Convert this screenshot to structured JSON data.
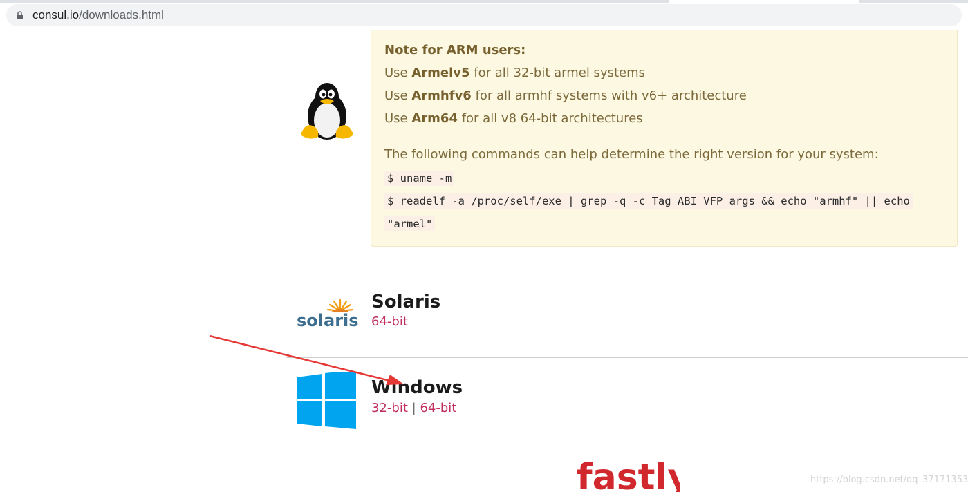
{
  "browser": {
    "url_host": "consul.io",
    "url_path": "/downloads.html"
  },
  "arm_note": {
    "title": "Note for ARM users:",
    "lines": [
      {
        "prefix": "Use ",
        "bold": "Armelv5",
        "suffix": " for all 32-bit armel systems"
      },
      {
        "prefix": "Use ",
        "bold": "Armhfv6",
        "suffix": " for all armhf systems with v6+ architecture"
      },
      {
        "prefix": "Use ",
        "bold": "Arm64",
        "suffix": " for all v8 64-bit architectures"
      }
    ],
    "commands_intro": "The following commands can help determine the right version for your system:",
    "commands": [
      "$ uname -m",
      "$ readelf -a /proc/self/exe | grep -q -c Tag_ABI_VFP_args && echo \"armhf\" || echo",
      "\"armel\""
    ]
  },
  "solaris": {
    "title": "Solaris",
    "logo_text": "solaris",
    "link_64": "64-bit"
  },
  "windows": {
    "title": "Windows",
    "link_32": "32-bit",
    "divider": "|",
    "link_64": "64-bit"
  },
  "footer": {
    "sponsor_logo_text": "fastly",
    "watermark": "https://blog.csdn.net/qq_37171353"
  },
  "colors": {
    "note_background": "#fdf8e1",
    "note_text": "#7c6a3c",
    "link": "#c02f60",
    "windows_blue": "#00a4ef",
    "arrow_red": "#e53935",
    "fastly_red": "#d1282e"
  }
}
